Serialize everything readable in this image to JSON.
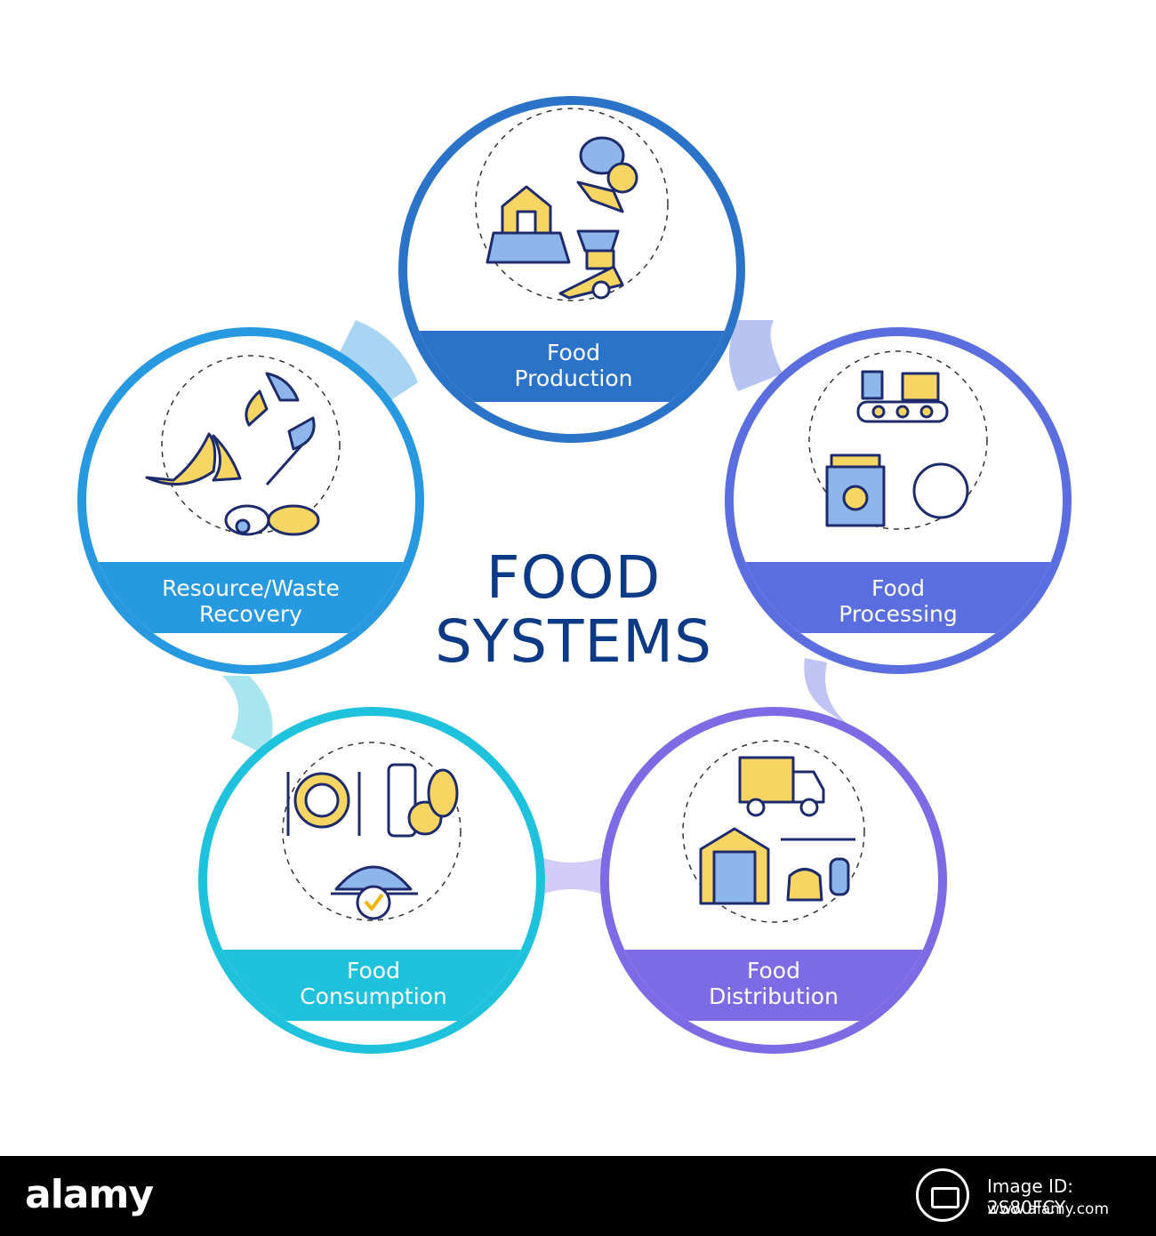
{
  "title": {
    "line1": "FOOD",
    "line2": "SYSTEMS"
  },
  "colors": {
    "title": "#0c3a86",
    "production": "#2b72c9",
    "processing": "#5b6edf",
    "distribution": "#7d6ae5",
    "consumption": "#1fc2dc",
    "recovery": "#2699e0",
    "icon_yellow": "#f6d563",
    "icon_blue": "#8fb6ea",
    "icon_stroke": "#1d2a6b"
  },
  "stages": [
    {
      "id": "production",
      "line1": "Food",
      "line2": "Production",
      "icon": "farm-harvest-icon"
    },
    {
      "id": "processing",
      "line1": "Food",
      "line2": "Processing",
      "icon": "factory-processing-icon"
    },
    {
      "id": "distribution",
      "line1": "Food",
      "line2": "Distribution",
      "icon": "delivery-warehouse-icon"
    },
    {
      "id": "consumption",
      "line1": "Food",
      "line2": "Consumption",
      "icon": "dining-plate-icon"
    },
    {
      "id": "recovery",
      "line1": "Resource/Waste",
      "line2": "Recovery",
      "icon": "recycle-compost-icon"
    }
  ],
  "footer": {
    "brand": "alamy",
    "image_id": "Image ID: 2S80FCY",
    "url": "www.alamy.com"
  }
}
